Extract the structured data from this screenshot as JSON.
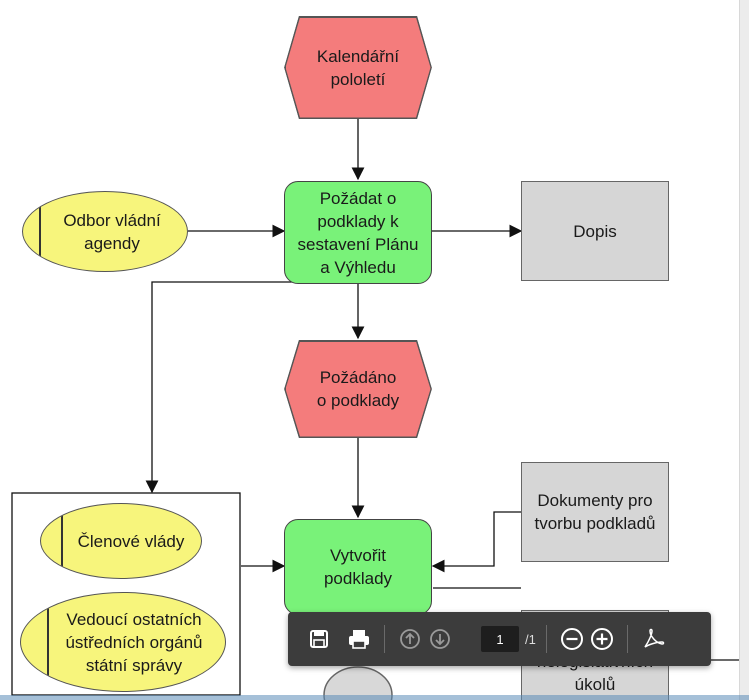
{
  "diagram": {
    "events": {
      "kalendarni_pololeti": "Kalendářní pololetí",
      "pozadano_o_podklady": "Požádáno o podklady",
      "bottom_partial": ""
    },
    "functions": {
      "pozadat": "Požádat o podklady k sestavení Plánu a Výhledu",
      "vytvorit": "Vytvořit podklady"
    },
    "documents": {
      "dopis": "Dopis",
      "dokumenty": "Dokumenty pro tvorbu podkladů",
      "nelegislativnich": "nelegislativních úkolů"
    },
    "units": {
      "odbor": "Odbor vládní agendy",
      "clenove": "Členové vlády",
      "vedouci": "Vedoucí ostatních ústředních orgánů státní správy"
    },
    "colors": {
      "event": "#f47c7c",
      "function": "#79f279",
      "document": "#d6d6d6",
      "org_unit": "#f7f57c"
    }
  },
  "toolbar": {
    "save_icon": "save-icon",
    "print_icon": "print-icon",
    "prev_icon": "arrow-up-circle-icon",
    "next_icon": "arrow-down-circle-icon",
    "page_current": "1",
    "page_total": "/1",
    "zoom_out_icon": "zoom-out-icon",
    "zoom_in_icon": "zoom-in-icon",
    "acrobat_icon": "acrobat-icon"
  }
}
